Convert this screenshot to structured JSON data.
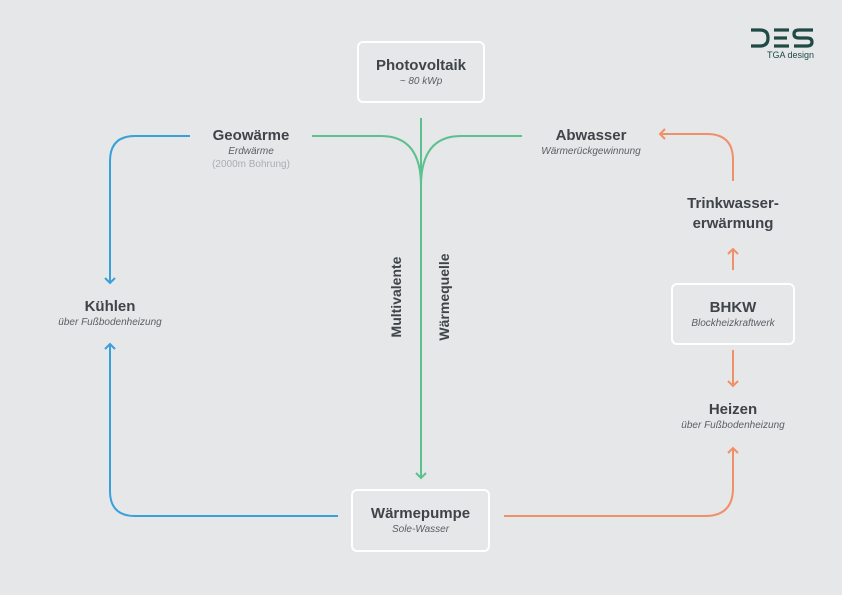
{
  "logo": {
    "mark": "DES",
    "subtitle": "TGA design",
    "color": "#1f4a45"
  },
  "colors": {
    "blue": "#3aa0d9",
    "green": "#5cc08f",
    "orange": "#ef9068",
    "box_border": "#ffffff",
    "background": "#e6e7e9"
  },
  "nodes": {
    "photovoltaik": {
      "title": "Photovoltaik",
      "sub": "~ 80 kWp"
    },
    "geowaerme": {
      "title": "Geowärme",
      "sub": "Erdwärme",
      "sub2": "(2000m Bohrung)"
    },
    "abwasser": {
      "title": "Abwasser",
      "sub": "Wärmerückgewinnung"
    },
    "trinkwasser": {
      "title_line1": "Trinkwasser-",
      "title_line2": "erwärmung"
    },
    "bhkw": {
      "title": "BHKW",
      "sub": "Blockheizkraftwerk"
    },
    "heizen": {
      "title": "Heizen",
      "sub": "über Fußbodenheizung"
    },
    "kuehlen": {
      "title": "Kühlen",
      "sub": "über Fußbodenheizung"
    },
    "waermepumpe": {
      "title": "Wärmepumpe",
      "sub": "Sole-Wasser"
    }
  },
  "vertical_labels": {
    "left": "Multivalente",
    "right": "Wärmequelle"
  }
}
